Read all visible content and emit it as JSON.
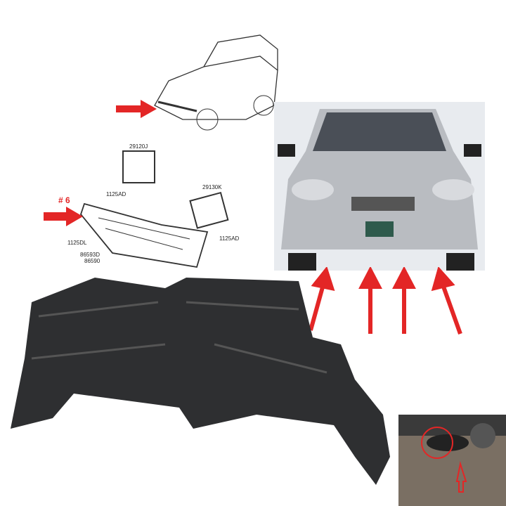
{
  "diagram": {
    "marker": "# 6",
    "parts": [
      "29120J",
      "1125AD",
      "29130K",
      "1125AD",
      "1125DL",
      "86593D",
      "86590"
    ]
  },
  "colors": {
    "arrow": "#e32626",
    "shield": "#2e2f31",
    "car": "#b9bcc1"
  }
}
